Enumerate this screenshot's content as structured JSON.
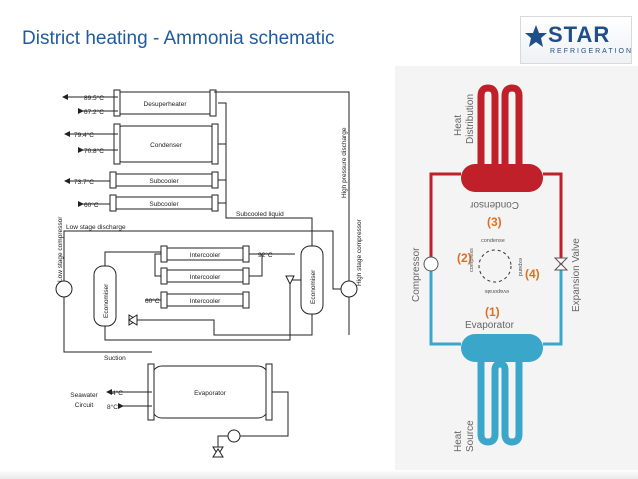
{
  "title": "District heating - Ammonia schematic",
  "logo": {
    "brand": "STAR",
    "sub": "REFRIGERATION"
  },
  "schematic": {
    "desuperheater": "Desuperheater",
    "condenser": "Condenser",
    "subcooler1": "Subcooler",
    "subcooler2": "Subcooler",
    "intercooler1": "Intercooler",
    "intercooler2": "Intercooler",
    "intercooler3": "Intercooler",
    "economiser_left": "Economiser",
    "economiser_right": "Economiser",
    "evaporator": "Evaporator",
    "low_stage_compressor": "Low stage compressor",
    "high_stage_compressor": "High stage compressor",
    "high_pressure_discharge": "High pressure discharge",
    "low_stage_discharge": "Low stage discharge",
    "subcooled_liquid": "Subcooled liquid",
    "suction": "Suction",
    "seawater": "Seawater",
    "circuit": "Circuit",
    "temps": {
      "t1": "89.5°C",
      "t2": "67.2°C",
      "t3": "79.4°C",
      "t4": "70.8°C",
      "t5": "73.7°C",
      "t6": "60°C",
      "t7": "92°C",
      "t8": "60°C",
      "t9": "4°C",
      "t10": "8°C"
    }
  },
  "cycle": {
    "heat_distribution_1": "Heat",
    "heat_distribution_2": "Distribution",
    "condensor": "Condensor",
    "condense": "condense",
    "compress": "compress",
    "expand": "expand",
    "evaporate": "evaporate",
    "compressor": "Compressor",
    "expansion_valve": "Expansion Valve",
    "evaporator": "Evaporator",
    "heat_source_1": "Heat",
    "heat_source_2": "Source",
    "n1": "(1)",
    "n2": "(2)",
    "n3": "(3)",
    "n4": "(4)"
  },
  "colors": {
    "title": "#1f5b9e",
    "hot": "#c0202a",
    "cold": "#3aa6c9"
  }
}
